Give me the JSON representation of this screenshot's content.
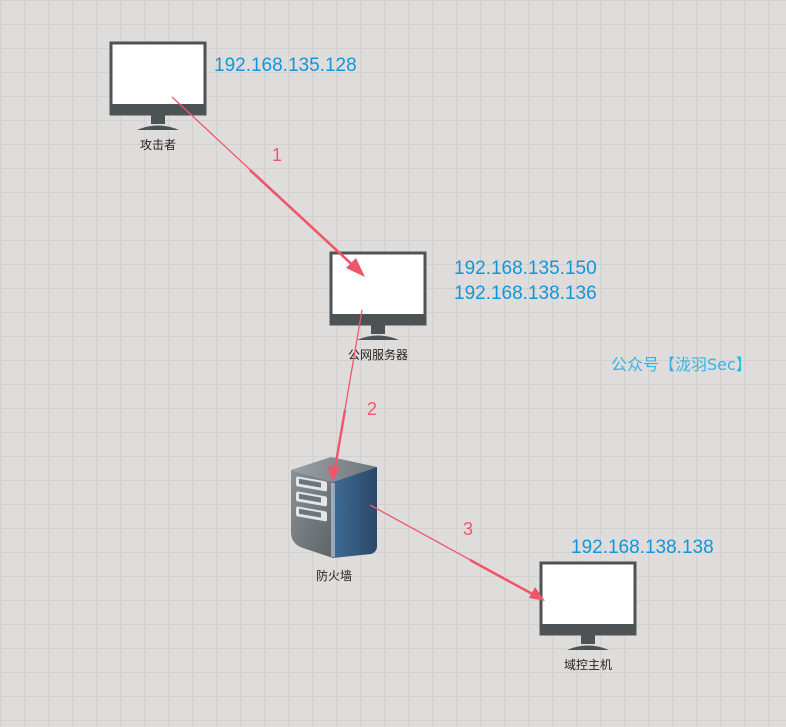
{
  "nodes": {
    "attacker": {
      "label": "攻击者",
      "ips": [
        "192.168.135.128"
      ]
    },
    "public_server": {
      "label": "公网服务器",
      "ips": [
        "192.168.135.150",
        "192.168.138.136"
      ]
    },
    "firewall": {
      "label": "防火墙"
    },
    "domain_controller": {
      "label": "域控主机",
      "ips": [
        "192.168.138.138"
      ]
    }
  },
  "steps": [
    "1",
    "2",
    "3"
  ],
  "watermark": "公众号【泷羽Sec】",
  "colors": {
    "ip_text": "#1296db",
    "arrow": "#f0566b",
    "monitor": "#4d5254",
    "server_front": "#6e757a",
    "server_side": "#34557a",
    "watermark": "#2fb6e8"
  },
  "icons": {
    "attacker": "monitor-icon",
    "public_server": "monitor-icon",
    "firewall": "server-tower-icon",
    "domain_controller": "monitor-icon"
  }
}
